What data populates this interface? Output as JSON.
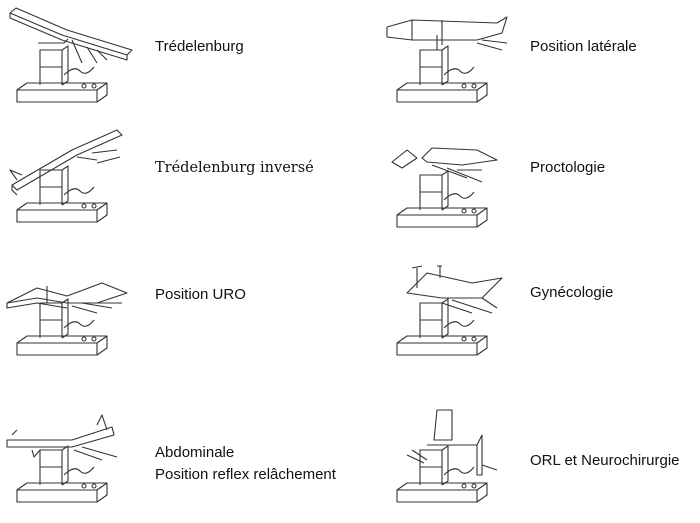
{
  "positions": [
    {
      "label": "Trédelenburg"
    },
    {
      "label": "Trédelenburg inversé"
    },
    {
      "label": "Position URO"
    },
    {
      "label": "Abdominale",
      "label2": "Position reflex relâchement"
    },
    {
      "label": "Position latérale"
    },
    {
      "label": "Proctologie"
    },
    {
      "label": "Gynécologie"
    },
    {
      "label": "ORL et Neurochirurgie"
    }
  ]
}
